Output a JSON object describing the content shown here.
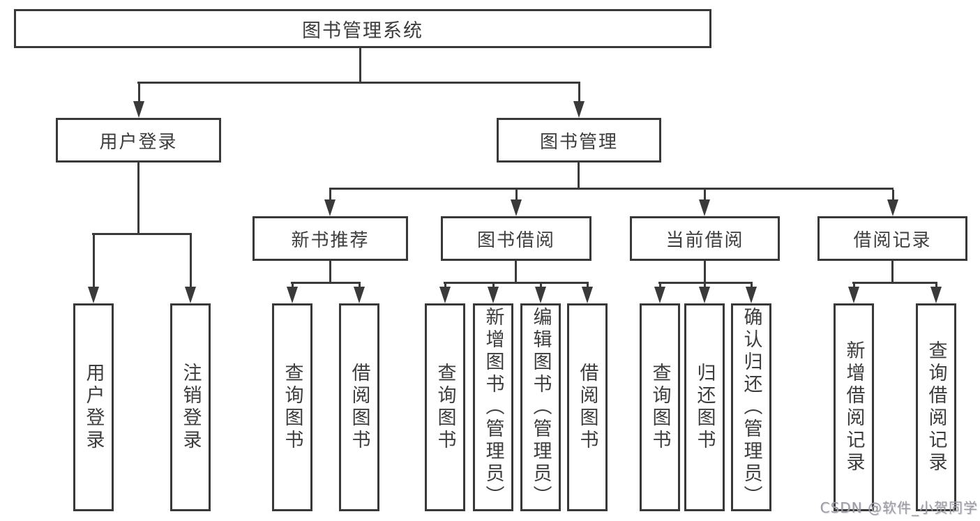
{
  "diagram": {
    "root": {
      "label": "图书管理系统"
    },
    "level2": [
      {
        "label": "用户登录"
      },
      {
        "label": "图书管理"
      }
    ],
    "level3": [
      {
        "label": "新书推荐",
        "parent": "图书管理"
      },
      {
        "label": "图书借阅",
        "parent": "图书管理"
      },
      {
        "label": "当前借阅",
        "parent": "图书管理"
      },
      {
        "label": "借阅记录",
        "parent": "图书管理"
      }
    ],
    "leaves": [
      {
        "label": "用户登录",
        "parent": "用户登录"
      },
      {
        "label": "注销登录",
        "parent": "用户登录"
      },
      {
        "label": "查询图书",
        "parent": "新书推荐"
      },
      {
        "label": "借阅图书",
        "parent": "新书推荐"
      },
      {
        "label": "查询图书",
        "parent": "图书借阅"
      },
      {
        "label": "新增图书（管理员）",
        "parent": "图书借阅"
      },
      {
        "label": "编辑图书（管理员）",
        "parent": "图书借阅"
      },
      {
        "label": "借阅图书",
        "parent": "图书借阅"
      },
      {
        "label": "查询图书",
        "parent": "当前借阅"
      },
      {
        "label": "归还图书",
        "parent": "当前借阅"
      },
      {
        "label": "确认归还（管理员）",
        "parent": "当前借阅"
      },
      {
        "label": "新增借阅记录",
        "parent": "借阅记录"
      },
      {
        "label": "查询借阅记录",
        "parent": "借阅记录"
      }
    ],
    "watermark": "CSDN @软件_小贺同学",
    "colors": {
      "line": "#3a3a3a",
      "text": "#3d3d3d",
      "background": "#ffffff",
      "watermark": "#9b9ba3"
    }
  }
}
